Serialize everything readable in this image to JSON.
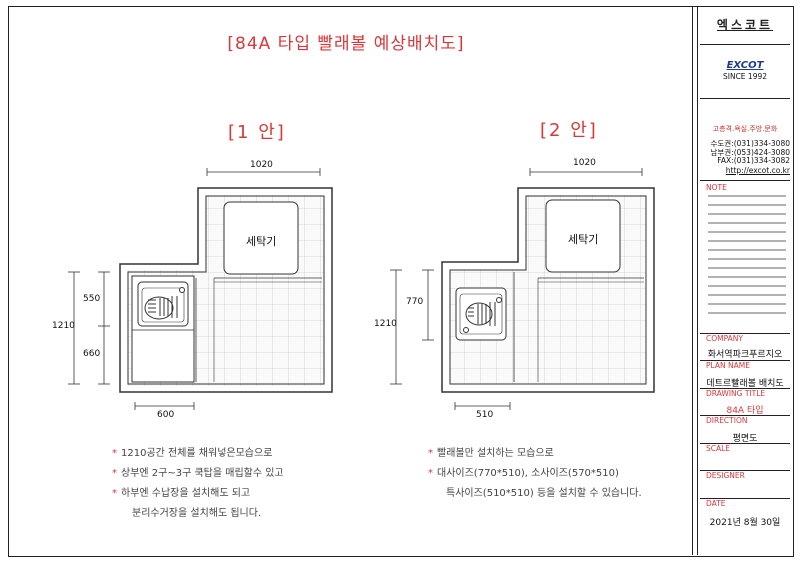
{
  "title": "[84A 타입 빨래볼 예상배치도]",
  "plan1": {
    "title": "[1 안]",
    "dim_top": "1020",
    "dim_bottom": "600",
    "dim_left_total": "1210",
    "dim_left_upper": "550",
    "dim_left_lower": "660",
    "washer_label": "세탁기"
  },
  "plan2": {
    "title": "[2 안]",
    "dim_top": "1020",
    "dim_bottom": "510",
    "dim_left_total": "1210",
    "dim_left_upper": "770",
    "washer_label": "세탁기"
  },
  "notes1": [
    "1210공간 전체를 채워넣은모습으로",
    "상부엔 2구~3구 쿡탑을 매립할수 있고",
    "하부엔 수납장을 설치해도 되고",
    "분리수거장을 설치해도 됩니다."
  ],
  "notes2": [
    "빨래볼만 설치하는 모습으로",
    "대사이즈(770*510), 소사이즈(570*510)",
    "특사이즈(510*510) 등을 설치할 수 있습니다."
  ],
  "note_bullet": "*",
  "panel": {
    "company_kr": "엑스코트",
    "logo": "EXCOT",
    "since": "SINCE 1992",
    "tagline": "고층격.욕실.주방.문화",
    "phone1": "수도권:(031)334-3080",
    "phone2": "남부권:(053)424-3080",
    "fax": "FAX:(031)334-3082",
    "url": "http://excot.co.kr",
    "note_label": "NOTE",
    "company_label": "COMPANY",
    "company_value": "화서역파크푸르지오",
    "plan_name_label": "PLAN NAME",
    "plan_name_value": "데트르빨래볼 배치도",
    "drawing_title_label": "DRAWING TITLE",
    "drawing_title_value": "84A 타입",
    "direction_label": "DIRECTION",
    "direction_value": "평면도",
    "scale_label": "SCALE",
    "scale_value": "",
    "designer_label": "DESIGNER",
    "designer_value": "",
    "date_label": "DATE",
    "date_value": "2021년 8월 30일"
  }
}
